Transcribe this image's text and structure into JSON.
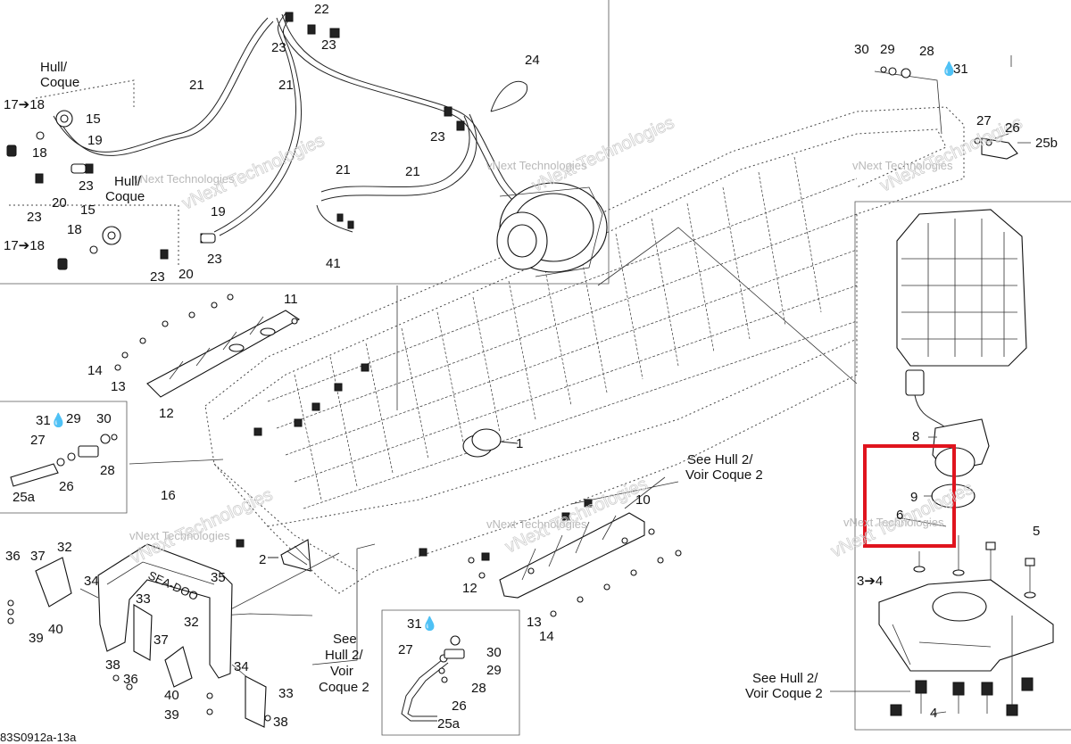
{
  "diagram": {
    "footer_code": "83S0912a-13a",
    "watermark_text": "vNext Technologies",
    "highlight_color": "#e0141e",
    "refs": {
      "hull_coque_1": [
        "Hull/",
        "Coque"
      ],
      "hull_coque_2": [
        "Hull/",
        "Coque"
      ],
      "see_hull_right": [
        "See Hull 2/",
        "Voir Coque 2"
      ],
      "see_hull_bottom_left": [
        "See",
        "Hull 2/",
        "Voir",
        "Coque 2"
      ],
      "see_hull_bottom_right": [
        "See Hull 2/",
        "Voir Coque 2"
      ]
    },
    "callouts": {
      "c1": "1",
      "c2": "2",
      "c3_4": "3➔4",
      "c4": "4",
      "c5": "5",
      "c6": "6",
      "c8": "8",
      "c9": "9",
      "c10": "10",
      "c11": "11",
      "c12a": "12",
      "c12b": "12",
      "c13a": "13",
      "c13b": "13",
      "c14a": "14",
      "c14b": "14",
      "c15a": "15",
      "c15b": "15",
      "c16": "16",
      "c17_18a": "17➔18",
      "c17_18b": "17➔18",
      "c18a": "18",
      "c18b": "18",
      "c19a": "19",
      "c19b": "19",
      "c20a": "20",
      "c20b": "20",
      "c21a": "21",
      "c21b": "21",
      "c21c": "21",
      "c21d": "21",
      "c22": "22",
      "c23a": "23",
      "c23b": "23",
      "c23c": "23",
      "c23d": "23",
      "c23e": "23",
      "c23f": "23",
      "c24": "24",
      "c25a": "25a",
      "c25a2": "25a",
      "c25b": "25b",
      "c26a": "26",
      "c26b": "26",
      "c26c": "26",
      "c27a": "27",
      "c27b": "27",
      "c27c": "27",
      "c28a": "28",
      "c28b": "28",
      "c28c": "28",
      "c29a": "29",
      "c29b": "29",
      "c29c": "29",
      "c30a": "30",
      "c30b": "30",
      "c30c": "30",
      "c31a": "31",
      "c31b": "31",
      "c31c": "31",
      "c32a": "32",
      "c32b": "32",
      "c33a": "33",
      "c33b": "33",
      "c34a": "34",
      "c34b": "34",
      "c35": "35",
      "c36a": "36",
      "c36b": "36",
      "c37a": "37",
      "c37b": "37",
      "c38a": "38",
      "c38b": "38",
      "c39a": "39",
      "c39b": "39",
      "c40a": "40",
      "c40b": "40",
      "c41": "41"
    },
    "handle_logo": "SEA-DOO"
  }
}
